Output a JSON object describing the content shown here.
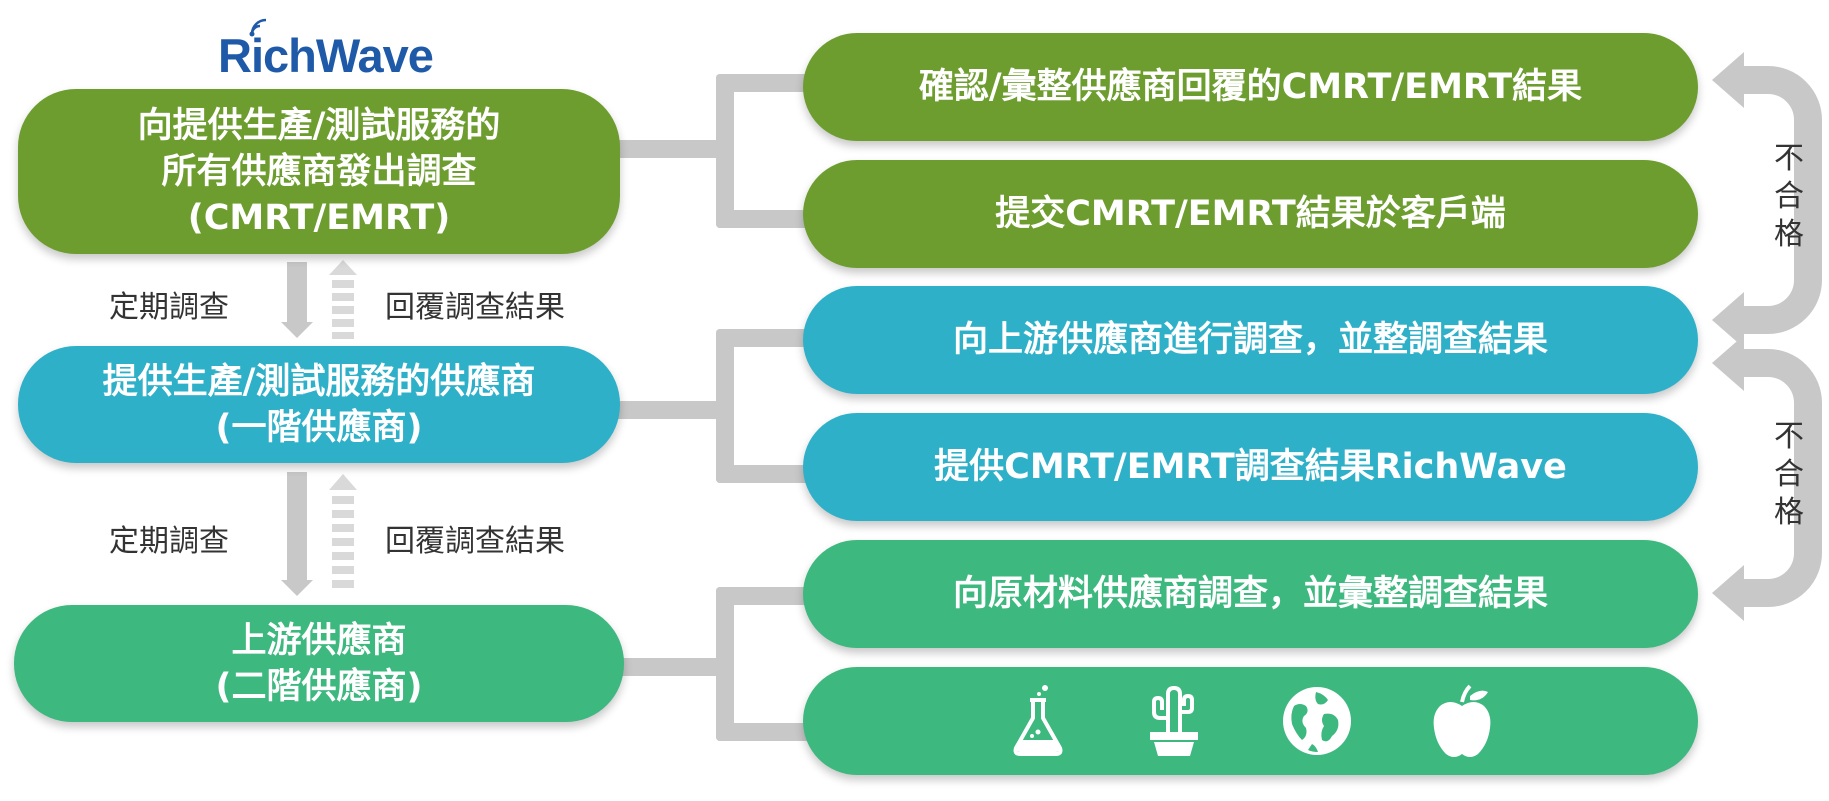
{
  "logo": {
    "text": "RichWave"
  },
  "colors": {
    "dark_green": "#6e9d2f",
    "cyan": "#2fb0c9",
    "light_green": "#3db87f",
    "connector": "#c8c8c8"
  },
  "left": {
    "top": {
      "line1": "向提供生產/測試服務的",
      "line2": "所有供應商發出調查",
      "line3": "(CMRT/EMRT)"
    },
    "middle": {
      "line1": "提供生產/測試服務的供應商",
      "line2": "(一階供應商)"
    },
    "bottom": {
      "line1": "上游供應商",
      "line2": "(二階供應商)"
    }
  },
  "arrows": [
    {
      "down_label": "定期調查",
      "up_label": "回覆調查結果"
    },
    {
      "down_label": "定期調查",
      "up_label": "回覆調查結果"
    }
  ],
  "right": {
    "r1": "確認/彙整供應商回覆的CMRT/EMRT結果",
    "r2": "提交CMRT/EMRT結果於客戶端",
    "r3": "向上游供應商進行調查，並整調查結果",
    "r4": "提供CMRT/EMRT調查結果RichWave",
    "r5": "向原材料供應商調查，並彙整調查結果",
    "r6_icons": [
      "flask-icon",
      "cactus-pot-icon",
      "globe-icon",
      "apple-icon"
    ]
  },
  "feedback": [
    {
      "c1": "不",
      "c2": "合",
      "c3": "格"
    },
    {
      "c1": "不",
      "c2": "合",
      "c3": "格"
    }
  ]
}
